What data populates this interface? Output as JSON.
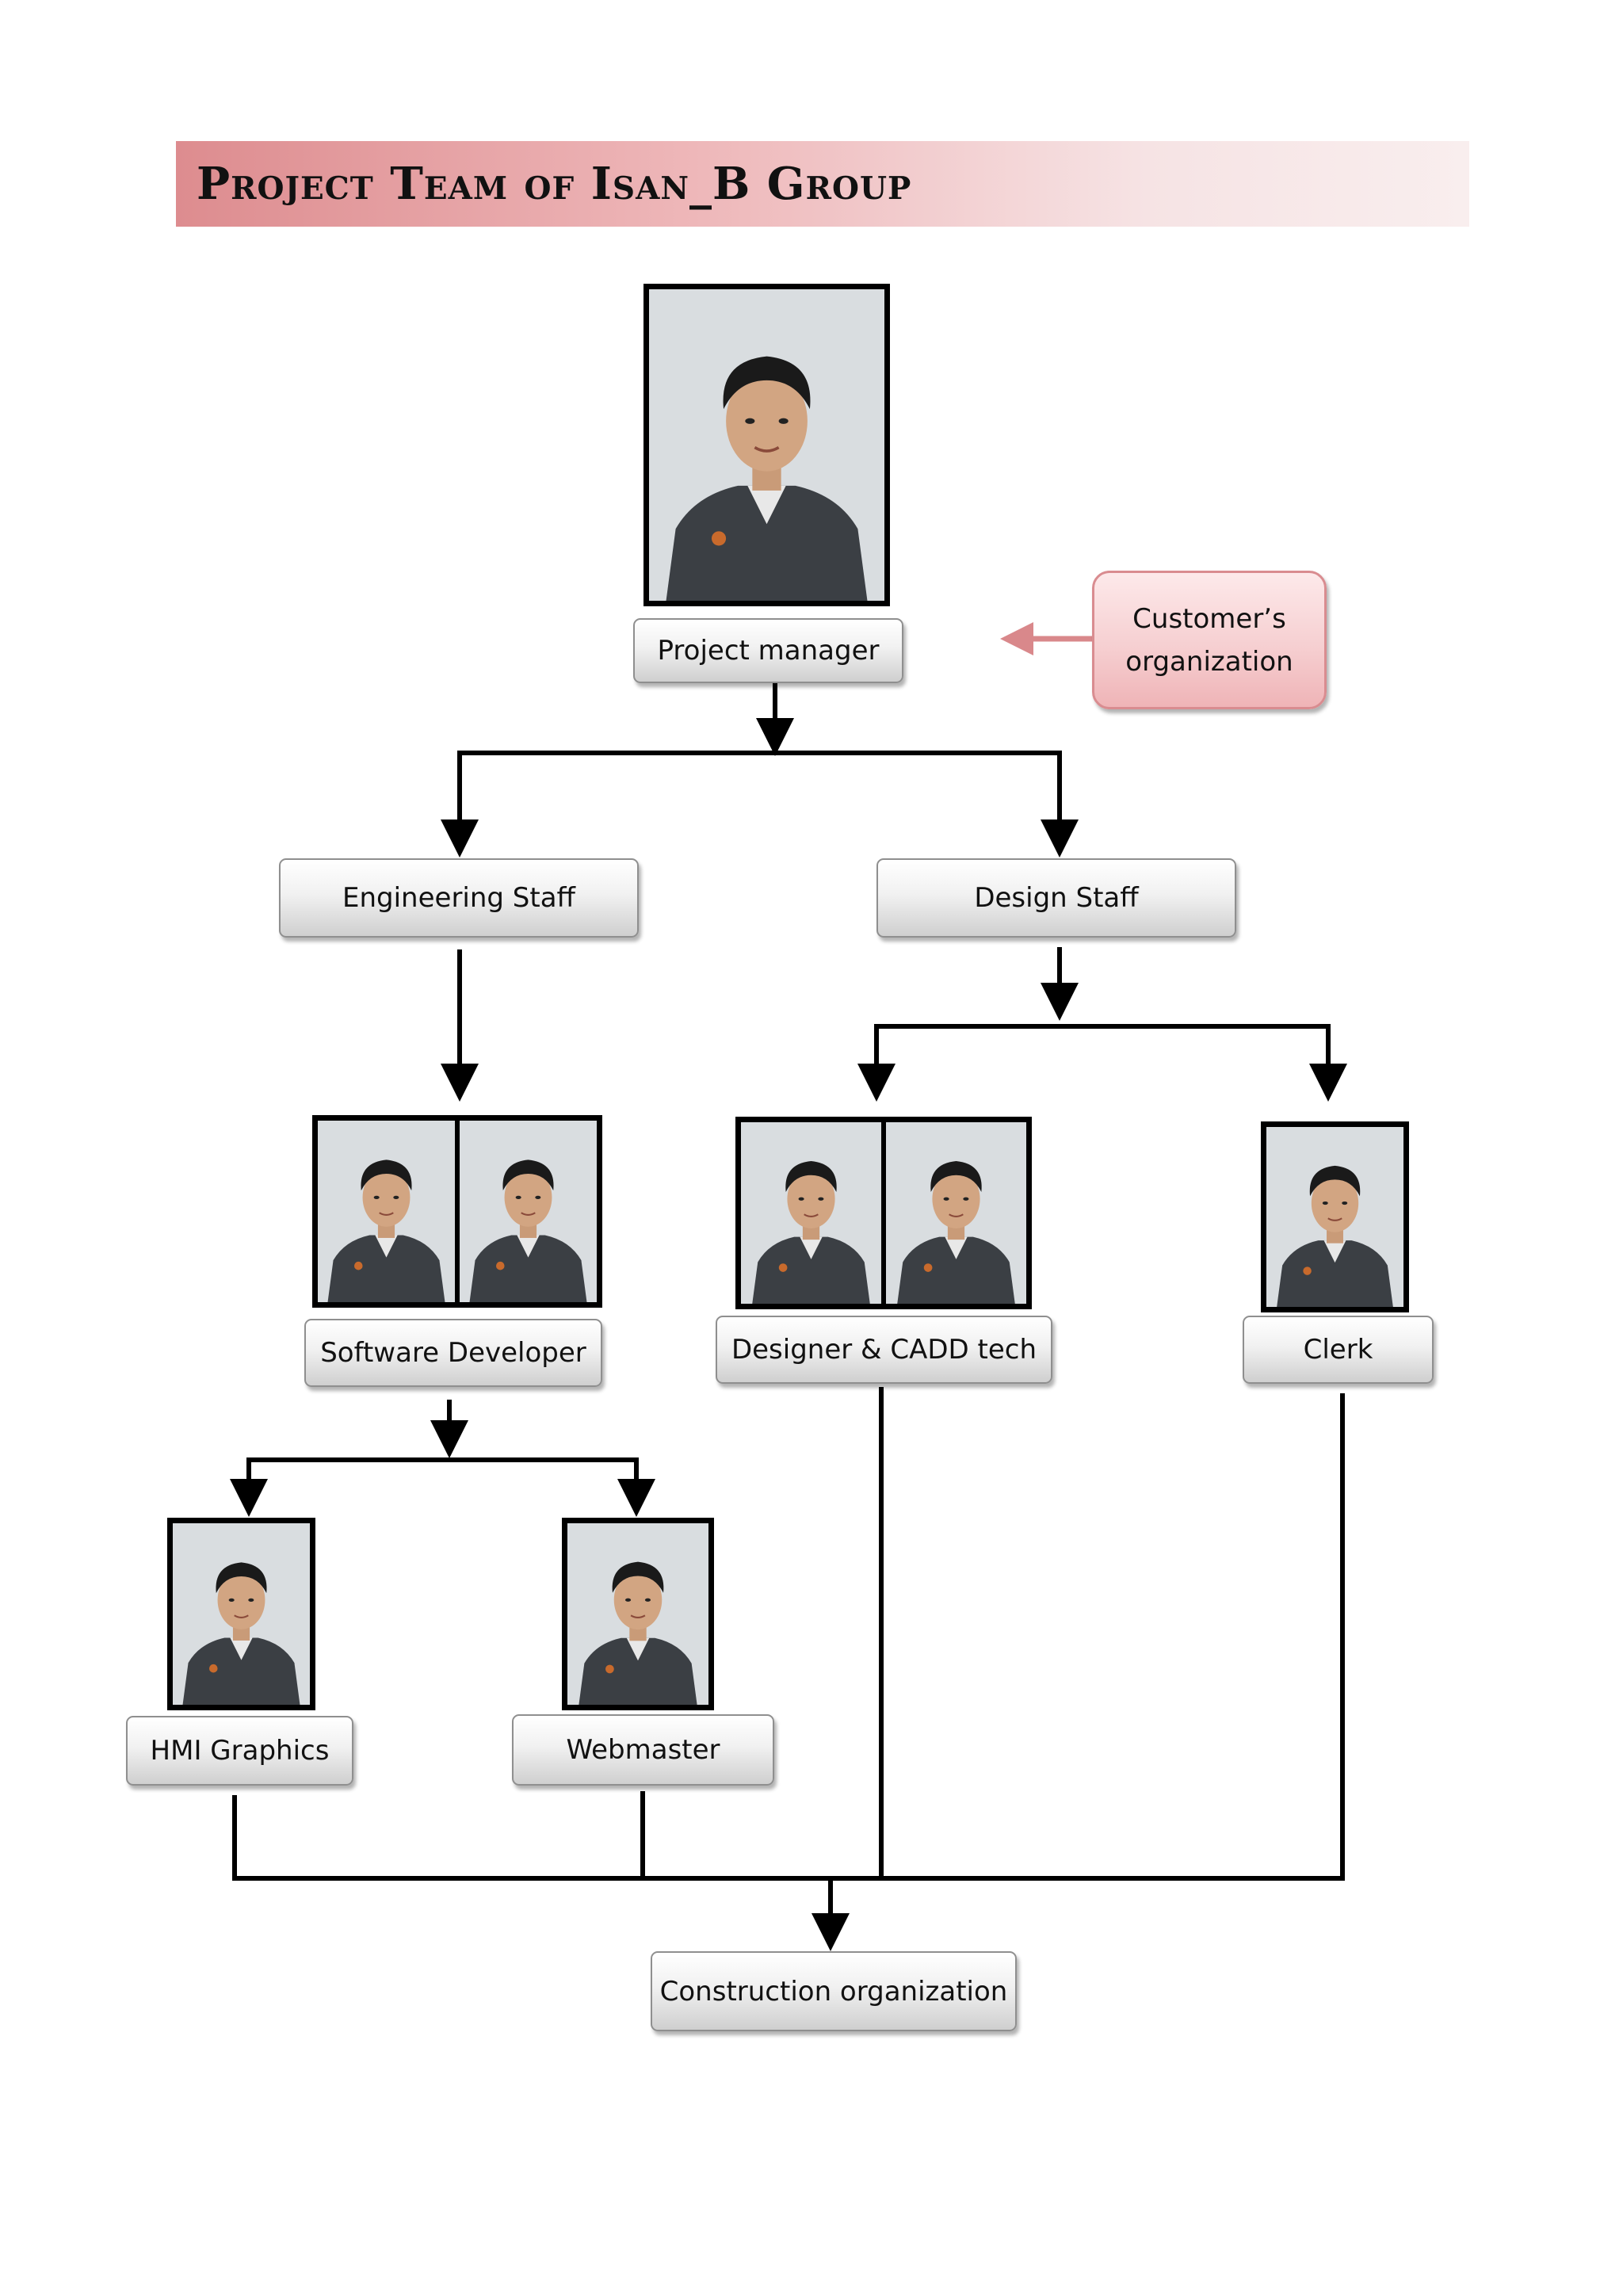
{
  "title": "Project Team of Isan_B Group",
  "colors": {
    "title_gradient_start": "#dd8c8f",
    "title_gradient_end": "#f9eeee",
    "connector": "#000000",
    "customer_arrow": "#d9888b",
    "photo_bg": "#d9dde0",
    "uniform": "#3b3f44"
  },
  "nodes": {
    "project_manager": "Project manager",
    "customer_org_line1": "Customer’s",
    "customer_org_line2": "organization",
    "engineering_staff": "Engineering Staff",
    "design_staff": "Design Staff",
    "software_developer": "Software Developer",
    "designer_cadd": "Designer & CADD tech",
    "clerk": "Clerk",
    "hmi_graphics": "HMI Graphics",
    "webmaster": "Webmaster",
    "construction_org": "Construction organization"
  },
  "photos": {
    "project_manager": [
      "person-photo"
    ],
    "software_developer": [
      "person-photo",
      "person-photo"
    ],
    "designer_cadd": [
      "person-photo",
      "person-photo"
    ],
    "clerk": [
      "person-photo"
    ],
    "hmi_graphics": [
      "person-photo"
    ],
    "webmaster": [
      "person-photo"
    ]
  }
}
